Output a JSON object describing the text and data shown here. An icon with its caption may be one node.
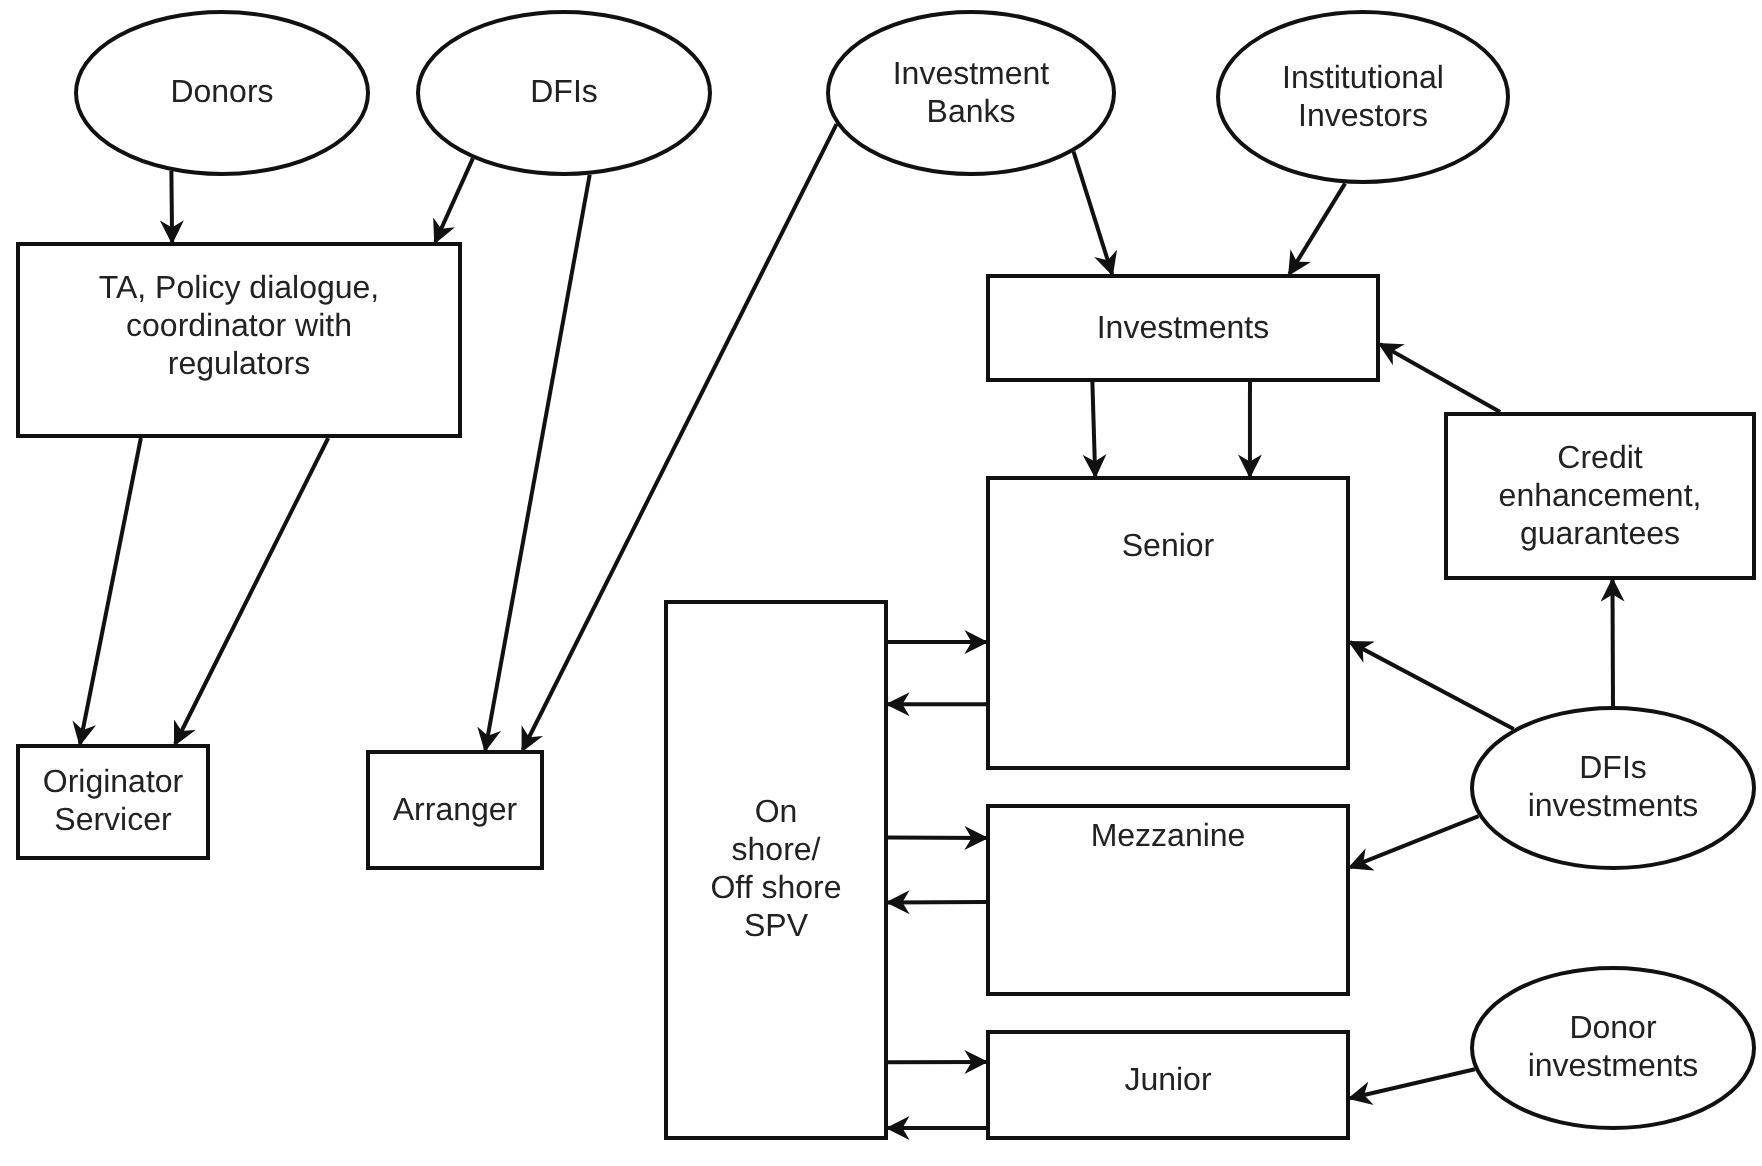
{
  "diagram": {
    "nodes": [
      {
        "text": [
          "Donors"
        ]
      },
      {
        "text": [
          "DFIs"
        ]
      },
      {
        "text": [
          "Investment Banks"
        ]
      },
      {
        "text": [
          "Institutional Investors"
        ]
      },
      {
        "text": [
          "TA, Policy dialogue, coordinator with regulators"
        ]
      },
      {
        "text": [
          "Investments"
        ]
      },
      {
        "text": [
          "Credit enhancement, guarantees"
        ]
      },
      {
        "text": [
          "Originator Servicer"
        ]
      },
      {
        "text": [
          "Arranger"
        ]
      },
      {
        "text": [
          "On shore/ Off shore SPV"
        ]
      },
      {
        "text": [
          "Senior"
        ]
      },
      {
        "text": [
          "Mezzanine"
        ]
      },
      {
        "text": [
          "Junior"
        ]
      },
      {
        "text": [
          "DFIs investments"
        ]
      },
      {
        "text": [
          "Donor investments"
        ]
      }
    ],
    "edges": [
      {
        "from": 0,
        "to": 4,
        "arrow": "to"
      },
      {
        "from": 1,
        "to": 4,
        "arrow": "to"
      },
      {
        "from": 4,
        "to": 7,
        "arrow": "to"
      },
      {
        "from": 4,
        "to": 7,
        "arrow": "to"
      },
      {
        "from": 1,
        "to": 8,
        "arrow": "to"
      },
      {
        "from": 2,
        "to": 8,
        "arrow": "to"
      },
      {
        "from": 2,
        "to": 5,
        "arrow": "to"
      },
      {
        "from": 3,
        "to": 5,
        "arrow": "to"
      },
      {
        "from": 5,
        "to": 10,
        "arrow": "to"
      },
      {
        "from": 5,
        "to": 10,
        "arrow": "to"
      },
      {
        "from": 6,
        "to": 5,
        "arrow": "to"
      },
      {
        "from": 13,
        "to": 6,
        "arrow": "to"
      },
      {
        "from": 13,
        "to": 10,
        "arrow": "to"
      },
      {
        "from": 13,
        "to": 11,
        "arrow": "to"
      },
      {
        "from": 14,
        "to": 12,
        "arrow": "to"
      },
      {
        "from": 9,
        "to": 10,
        "arrow": "to"
      },
      {
        "from": 10,
        "to": 9,
        "arrow": "to"
      },
      {
        "from": 9,
        "to": 11,
        "arrow": "to"
      },
      {
        "from": 11,
        "to": 9,
        "arrow": "to"
      },
      {
        "from": 9,
        "to": 12,
        "arrow": "to"
      },
      {
        "from": 12,
        "to": 9,
        "arrow": "to"
      }
    ]
  }
}
